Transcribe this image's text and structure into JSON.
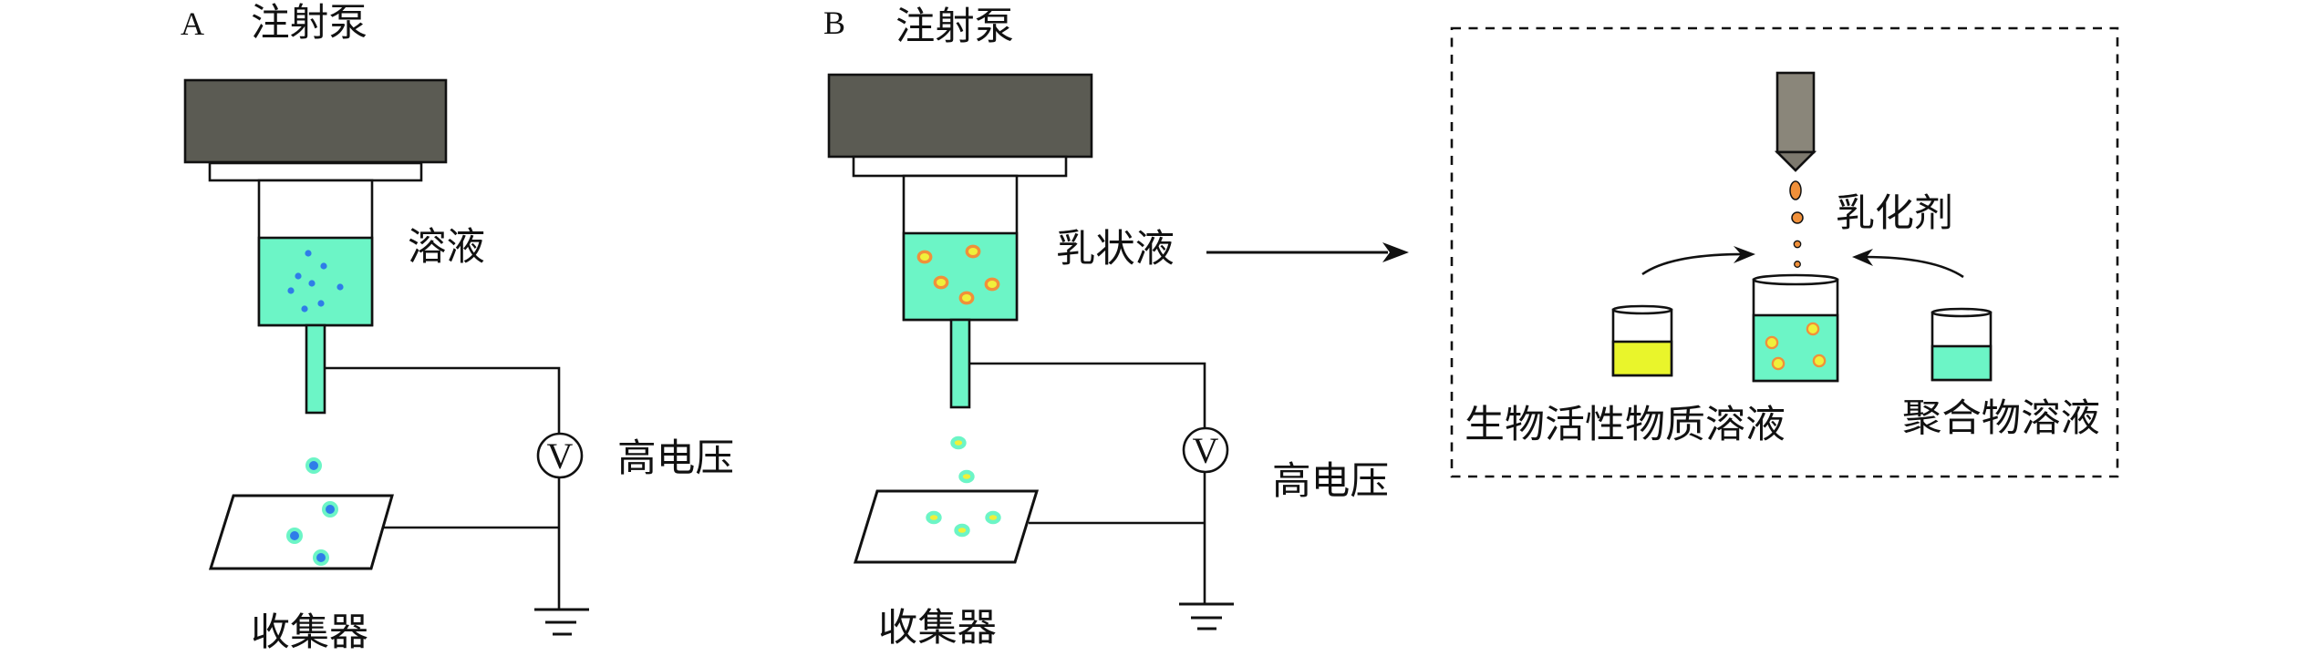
{
  "panel_a": {
    "label": "A",
    "syringe_pump_label": "注射泵",
    "solution_label": "溶液",
    "high_voltage_label": "高电压",
    "voltmeter_symbol": "V",
    "collector_label": "收集器"
  },
  "panel_b": {
    "label": "B",
    "syringe_pump_label": "注射泵",
    "emulsion_label": "乳状液",
    "high_voltage_label": "高电压",
    "voltmeter_symbol": "V",
    "collector_label": "收集器"
  },
  "inset": {
    "emulsifier_label": "乳化剂",
    "bioactive_solution_label": "生物活性物质溶液",
    "polymer_solution_label": "聚合物溶液"
  },
  "colors": {
    "pump": "#5b5b53",
    "liquid": "#6cf5c6",
    "particle_blue": "#2f7de8",
    "droplet_orange": "#f0903a",
    "droplet_yellow": "#f0f03a",
    "nozzle": "#8a867a",
    "nozzle_tip": "#7d796e",
    "bioactive_liquid": "#e9f52b",
    "white": "#ffffff"
  }
}
